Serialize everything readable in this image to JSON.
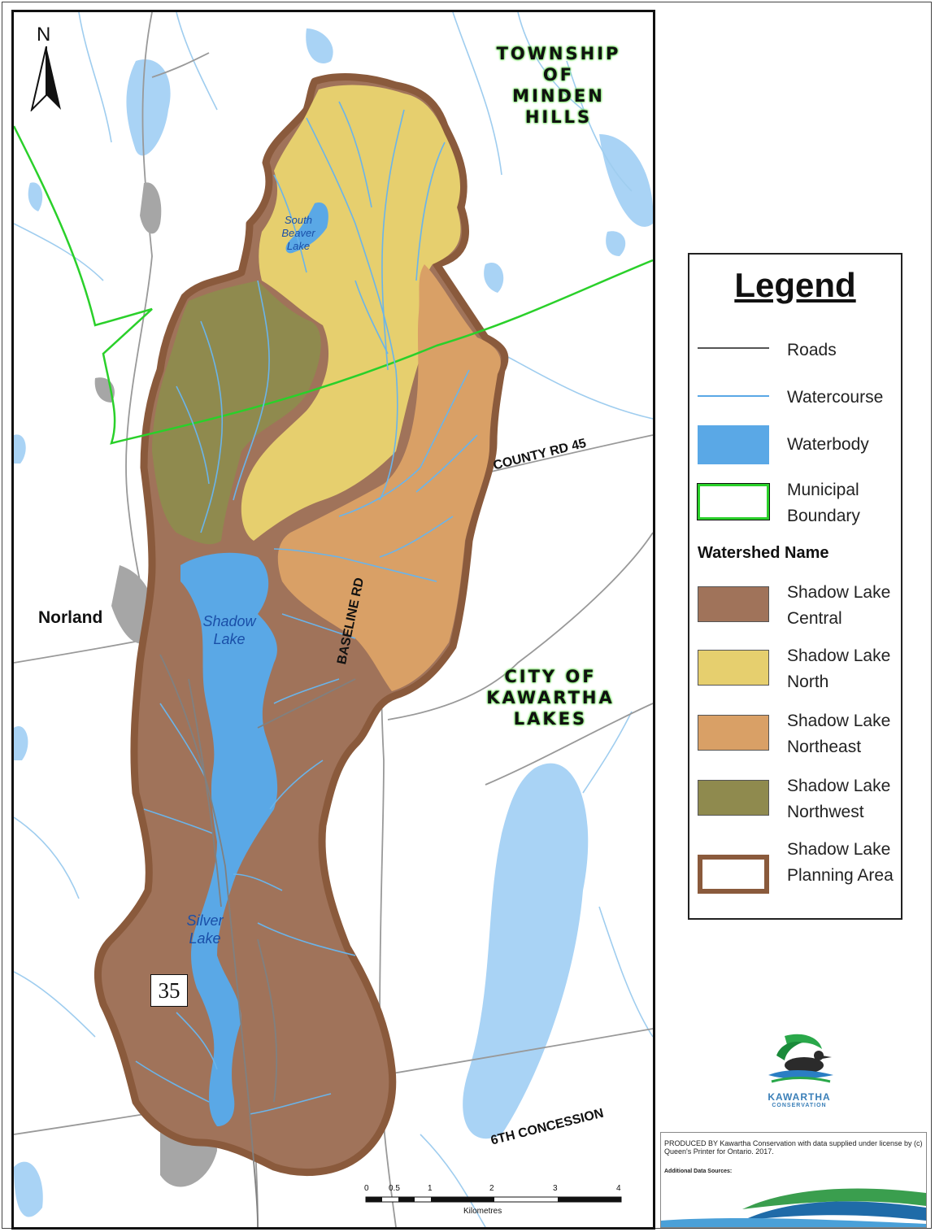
{
  "north_arrow": {
    "letter": "N",
    "icon": "north-arrow-icon"
  },
  "regions": {
    "minden": [
      "TOWNSHIP",
      "OF",
      "MINDEN",
      "HILLS"
    ],
    "kawartha": [
      "CITY OF",
      "KAWARTHA",
      "LAKES"
    ]
  },
  "places": {
    "norland": "Norland"
  },
  "lakes": {
    "south_beaver": [
      "South",
      "Beaver",
      "Lake"
    ],
    "shadow": [
      "Shadow",
      "Lake"
    ],
    "silver": [
      "Silver",
      "Lake"
    ]
  },
  "roads": {
    "county_rd_45": "COUNTY RD 45",
    "baseline_rd": "BASELINE RD",
    "sixth_concession": "6TH CONCESSION",
    "highway_shield": "35"
  },
  "legend": {
    "title": "Legend",
    "items": [
      {
        "label": "Roads",
        "symbol": "line",
        "color": "#555555"
      },
      {
        "label": "Watercourse",
        "symbol": "line",
        "color": "#5aa8e6"
      },
      {
        "label": "Waterbody",
        "symbol": "fill",
        "color": "#5aa8e6"
      },
      {
        "label": "Municipal Boundary",
        "symbol": "outline",
        "color": "#2ad02a"
      }
    ],
    "subheading": "Watershed Name",
    "watersheds": [
      {
        "label": "Shadow Lake Central",
        "color": "#a0735a"
      },
      {
        "label": "Shadow Lake North",
        "color": "#e6cf6e"
      },
      {
        "label": "Shadow Lake Northeast",
        "color": "#d9a066"
      },
      {
        "label": "Shadow Lake Northwest",
        "color": "#8f8a4e"
      },
      {
        "label": "Shadow Lake Planning Area",
        "color": "#8a5a3c"
      }
    ]
  },
  "logo": {
    "line1": "KAWARTHA",
    "line2": "CONSERVATION"
  },
  "credits": {
    "text": "PRODUCED BY Kawartha Conservation with data supplied under license by (c) Queen's Printer for Ontario. 2017.",
    "sub": "Additional Data Sources:"
  },
  "scale": {
    "ticks": [
      "0",
      "0.5",
      "1",
      "2",
      "3",
      "4"
    ],
    "unit": "Kilometres"
  },
  "colors": {
    "waterbody": "#a9d3f5",
    "waterbody_dark": "#5aa8e6",
    "watercourse": "#6ab4ea",
    "road": "#888888",
    "boundary": "#2ad02a",
    "planning_outline": "#8a5a3c",
    "central": "#a0735a",
    "north": "#e6cf6e",
    "northeast": "#d9a066",
    "northwest": "#8f8a4e",
    "settlement": "#9a9a9a"
  }
}
